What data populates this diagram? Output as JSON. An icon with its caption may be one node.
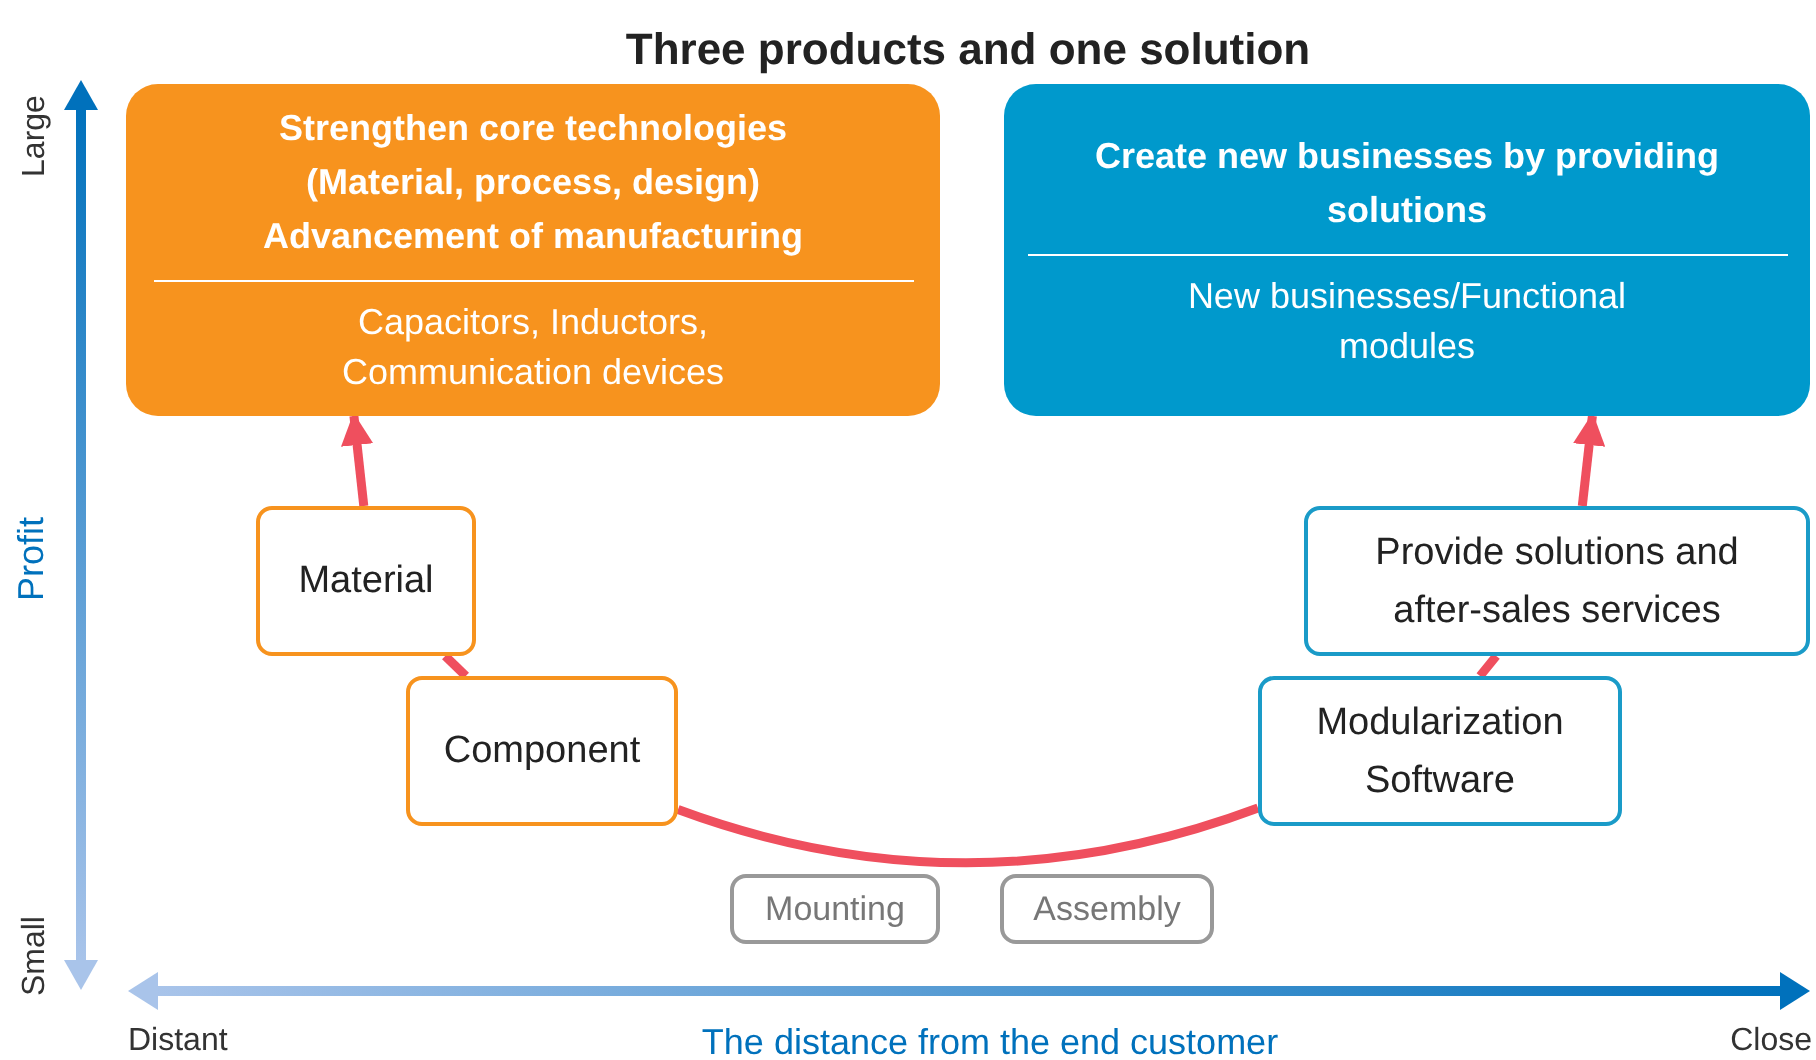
{
  "diagram": {
    "title": "Three products and one solution",
    "nodes": [
      {
        "text": [
          "Strengthen core technologies (Material, process, design) Advancement of manufacturing",
          "Capacitors, Inductors, Communication devices"
        ]
      },
      {
        "text": [
          "Create new businesses by providing solutions",
          "New businesses/Functional modules"
        ]
      },
      {
        "text": [
          "Material"
        ]
      },
      {
        "text": [
          "Component"
        ]
      },
      {
        "text": [
          "Modularization Software"
        ]
      },
      {
        "text": [
          "Provide solutions and after-sales services"
        ]
      },
      {
        "text": [
          "Mounting"
        ]
      },
      {
        "text": [
          "Assembly"
        ]
      }
    ],
    "edges": [
      {
        "from": 2,
        "to": 0,
        "arrow": "to"
      },
      {
        "from": 3,
        "to": 2,
        "arrow": "none"
      },
      {
        "from": 3,
        "to": 4,
        "arrow": "none"
      },
      {
        "from": 4,
        "to": 5,
        "arrow": "none"
      },
      {
        "from": 5,
        "to": 1,
        "arrow": "to"
      }
    ],
    "labels": [
      "Large",
      "Profit",
      "Small",
      "Distant",
      "The distance from the end customer",
      "Close"
    ]
  }
}
